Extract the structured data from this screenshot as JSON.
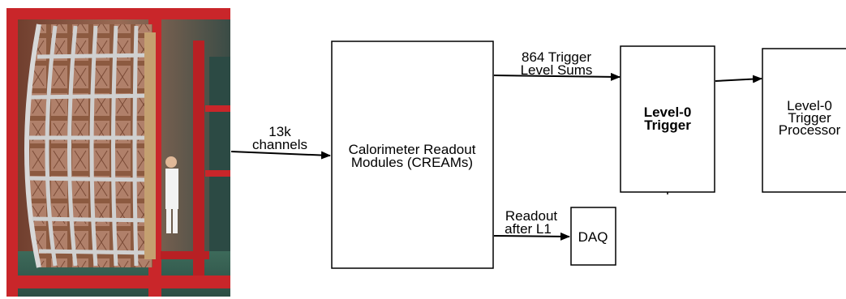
{
  "photo": {
    "description_icon": "calorimeter-photo"
  },
  "inputs": {
    "channels_line1": "13k",
    "channels_line2": "channels"
  },
  "blocks": {
    "cream_line1": "Calorimeter Readout",
    "cream_line2": "Modules (CREAMs)",
    "l0_line1": "Level-0",
    "l0_line2": "Trigger",
    "processor_line1": "Level-0",
    "processor_line2": "Trigger",
    "processor_line3": "Processor",
    "daq": "DAQ"
  },
  "arrows": {
    "sums_line1": "864 Trigger",
    "sums_line2": "Level Sums",
    "readout_line1": "Readout",
    "readout_line2": "after L1"
  }
}
